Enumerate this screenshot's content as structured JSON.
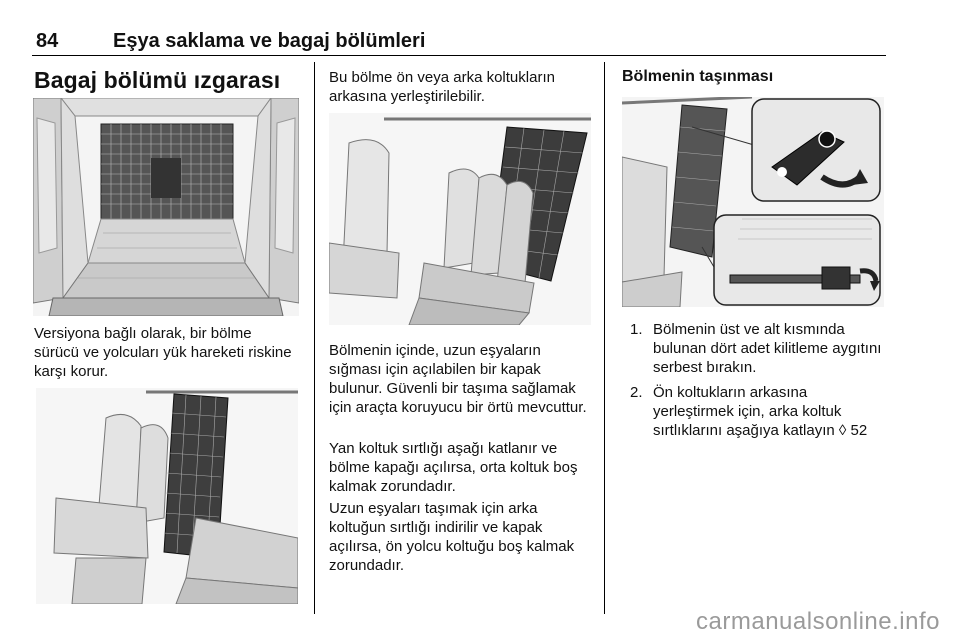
{
  "header": {
    "page_number": "84",
    "title": "Eşya saklama ve bagaj bölümleri"
  },
  "col1": {
    "heading": "Bagaj bölümü ızgarası",
    "paragraph": "Versiyona bağlı olarak, bir bölme sürücü ve yolcuları yük hareketi riskine karşı korur."
  },
  "col2": {
    "intro": "Bu bölme ön veya arka koltukların arkasına yerleştirilebilir.",
    "paragraphs": [
      "Bölmenin içinde, uzun eşyaların sığması için açılabilen bir kapak bulunur. Güvenli bir taşıma sağlamak için araçta koruyucu bir örtü mevcuttur.",
      "Yan koltuk sırtlığı aşağı katlanır ve bölme kapağı açılırsa, orta koltuk boş kalmak zorundadır.",
      "Uzun eşyaları taşımak için arka koltuğun sırtlığı indirilir ve kapak açılırsa, ön yolcu koltuğu boş kalmak zorundadır."
    ]
  },
  "col3": {
    "heading": "Bölmenin taşınması",
    "steps": [
      {
        "num": "1.",
        "text": "Bölmenin üst ve alt kısmında bulunan dört adet kilitleme aygıtını serbest bırakın."
      },
      {
        "num": "2.",
        "text": "Ön koltukların arkasına yerleştirmek için, arka koltuk sırtlıklarını aşağıya katlayın",
        "ref_symbol": "◊",
        "ref_page": "52"
      }
    ]
  },
  "watermark": "carmanualsonline.info"
}
